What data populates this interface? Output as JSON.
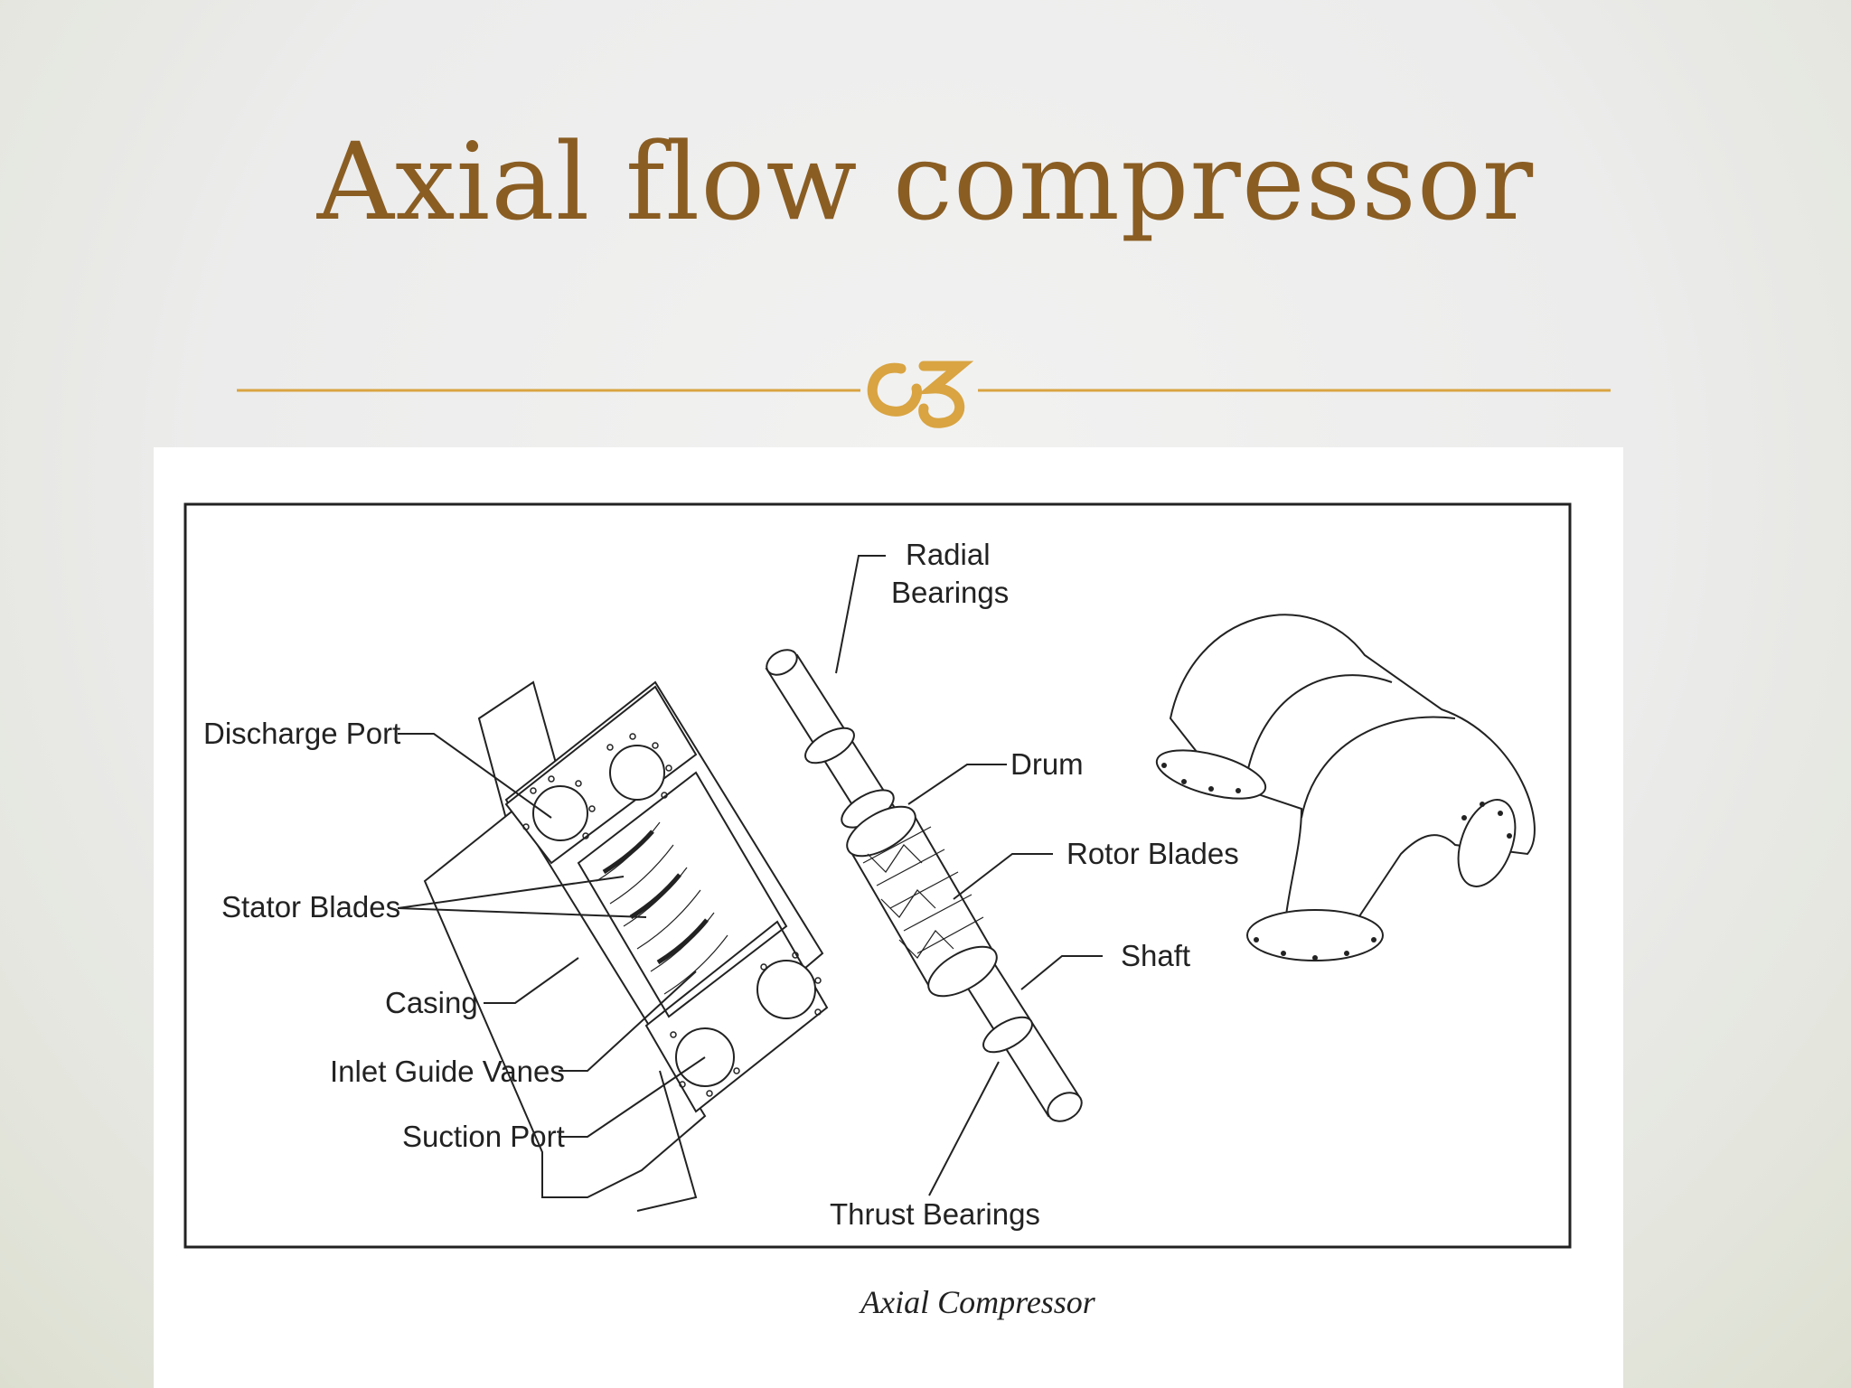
{
  "slide": {
    "title": "Axial flow compressor",
    "accent_color": "#d9a441",
    "title_color": "#8a5d23",
    "divider_icon": "ornament-flourish-icon"
  },
  "diagram": {
    "caption": "Axial Compressor",
    "labels": {
      "radial_bearings_1": "Radial",
      "radial_bearings_2": "Bearings",
      "drum": "Drum",
      "rotor_blades": "Rotor Blades",
      "shaft": "Shaft",
      "thrust_bearings": "Thrust Bearings",
      "discharge_port": "Discharge Port",
      "stator_blades": "Stator Blades",
      "casing": "Casing",
      "inlet_guide_vanes": "Inlet Guide Vanes",
      "suction_port": "Suction Port"
    }
  }
}
